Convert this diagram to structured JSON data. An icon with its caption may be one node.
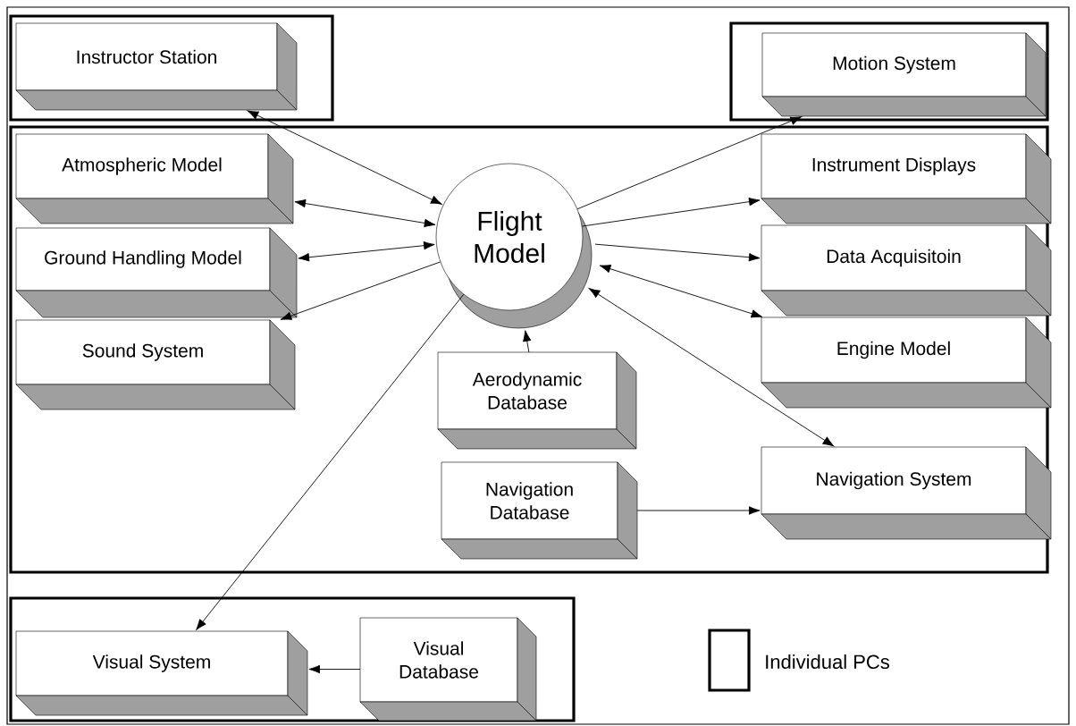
{
  "diagram": {
    "nodes": [
      {
        "text": [],
        "shape": "box"
      },
      {
        "text": [
          "Instructor Station"
        ],
        "in": 0
      },
      {
        "text": [],
        "shape": "box"
      },
      {
        "text": [
          "Motion System"
        ],
        "in": 2
      },
      {
        "text": [],
        "shape": "box"
      },
      {
        "text": [
          "Atmospheric Model"
        ],
        "in": 4
      },
      {
        "text": [
          "Flight Model"
        ],
        "in": 4
      },
      {
        "text": [
          "Instrument Displays"
        ],
        "in": 4
      },
      {
        "text": [
          "Ground Handling Model"
        ],
        "in": 4
      },
      {
        "text": [
          "Data Acquisitoin"
        ],
        "in": 4
      },
      {
        "text": [
          "Sound System"
        ],
        "in": 4
      },
      {
        "text": [
          "Engine Model"
        ],
        "in": 4
      },
      {
        "text": [
          "Aerodynamic Database"
        ],
        "in": 4
      },
      {
        "text": [
          "Navigation Database"
        ],
        "in": 4
      },
      {
        "text": [
          "Navigation System"
        ],
        "in": 4
      },
      {
        "text": [],
        "shape": "box"
      },
      {
        "text": [
          "Visual System"
        ],
        "in": 15
      },
      {
        "text": [
          "Visual Database"
        ],
        "in": 15
      }
    ],
    "edges": [
      {
        "from": 1,
        "to": 6,
        "arrow": "both"
      },
      {
        "from": 6,
        "to": 3,
        "arrow": "to"
      },
      {
        "from": 5,
        "to": 6,
        "arrow": "both"
      },
      {
        "from": 8,
        "to": 6,
        "arrow": "both"
      },
      {
        "from": 6,
        "to": 10,
        "arrow": "to"
      },
      {
        "from": 6,
        "to": 16,
        "arrow": "to"
      },
      {
        "from": 6,
        "to": 7,
        "arrow": "to"
      },
      {
        "from": 6,
        "to": 9,
        "arrow": "to"
      },
      {
        "from": 11,
        "to": 6,
        "arrow": "both"
      },
      {
        "from": 14,
        "to": 6,
        "arrow": "both"
      },
      {
        "from": 12,
        "to": 6,
        "arrow": "to"
      },
      {
        "from": 13,
        "to": 14,
        "arrow": "to"
      },
      {
        "from": 17,
        "to": 16,
        "arrow": "to"
      }
    ],
    "legend": [
      {
        "text": "Individual PCs"
      }
    ]
  }
}
